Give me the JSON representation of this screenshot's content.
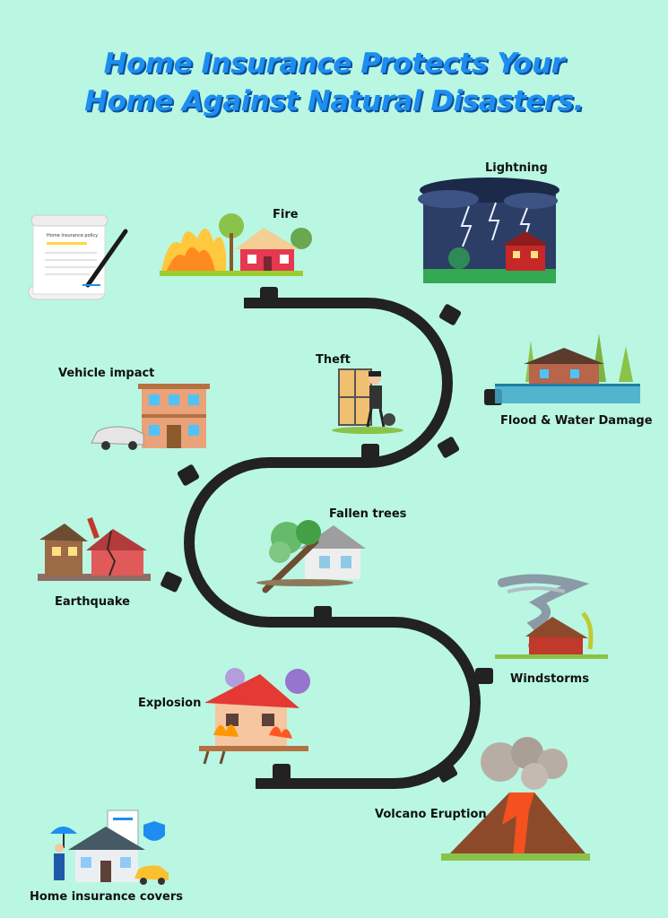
{
  "title": {
    "line1": "Home Insurance Protects Your",
    "line2": "Home Against Natural Disasters."
  },
  "policy_text": "Home insurance policy",
  "labels": {
    "fire": "Fire",
    "lightning": "Lightning",
    "theft": "Theft",
    "vehicle_impact": "Vehicle impact",
    "flood": "Flood & Water Damage",
    "fallen_trees": "Fallen trees",
    "earthquake": "Earthquake",
    "windstorms": "Windstorms",
    "explosion": "Explosion",
    "volcano": "Volcano Eruption",
    "covers": "Home insurance covers"
  },
  "colors": {
    "background": "#b9f7e3",
    "title": "#1d8ef0",
    "title_shadow": "#0b4f9e",
    "road": "#222222"
  }
}
